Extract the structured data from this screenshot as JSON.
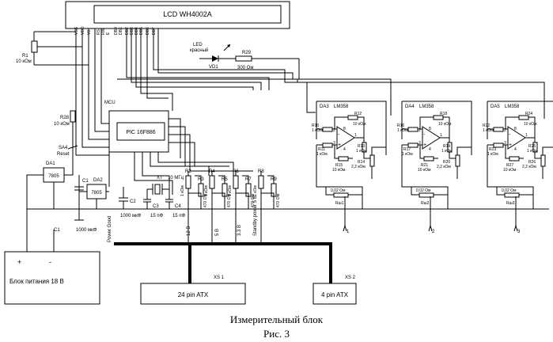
{
  "lcd": {
    "title": "LCD WH4002A",
    "pins": [
      "VSS",
      "VDD",
      "V0",
      "RS",
      "RW",
      "E",
      "DB0",
      "DB1",
      "DB2",
      "DB3",
      "DB4",
      "DB5",
      "DB6",
      "DB7"
    ]
  },
  "mcu": {
    "label": "MCU",
    "chip": "PIC 16F886"
  },
  "led": {
    "type": "LED",
    "color": "красный",
    "ref": "VD1"
  },
  "r29": {
    "ref": "R29",
    "value": "300 Ом"
  },
  "r1": {
    "ref": "R1",
    "value": "10 кОм"
  },
  "r28": {
    "ref": "R28",
    "value": "10 кОм"
  },
  "sa4": {
    "ref": "SA4",
    "label": "Reset"
  },
  "da1": {
    "ref": "DA1",
    "chip": "7805"
  },
  "da2": {
    "ref": "DA2",
    "chip": "7805"
  },
  "c1": {
    "ref": "C1",
    "value": "1000 мкФ"
  },
  "c2": {
    "ref": "C2",
    "value": "1000 мкФ"
  },
  "xtal": {
    "ref": "XT",
    "value": "10 МГц"
  },
  "c3": {
    "ref": "C3",
    "value": "15 пФ"
  },
  "c4": {
    "ref": "C4",
    "value": "15 пФ"
  },
  "dividers": [
    {
      "top": "R2",
      "bot": "R3",
      "tv": "1 кОм",
      "bv": "470 Ом"
    },
    {
      "top": "R4",
      "bot": "R5",
      "tv": "1 кОм",
      "bv": "470 Ом"
    },
    {
      "top": "R6",
      "bot": "R7",
      "tv": "1 кОм",
      "bv": "470 Ом"
    },
    {
      "top": "R8",
      "bot": "R9",
      "tv": "1 кОм",
      "bv": "470 Ом"
    }
  ],
  "rails": [
    "Power Good",
    "12 В",
    "5 В",
    "3.3 В",
    "Standby power 5 В"
  ],
  "amps": [
    {
      "da": "DA3",
      "chip": "LM358",
      "ra": "R10",
      "rb": "R11",
      "rc": "R12",
      "rd": "R13",
      "re": "R14",
      "rf": "R15",
      "rs": "Rш1",
      "out": "1"
    },
    {
      "da": "DA4",
      "chip": "LM358",
      "ra": "R16",
      "rb": "R17",
      "rc": "R18",
      "rd": "R19",
      "re": "R20",
      "rf": "R21",
      "rs": "Rш2",
      "out": "2"
    },
    {
      "da": "DA5",
      "chip": "LM358",
      "ra": "R22",
      "rb": "R23",
      "rc": "R24",
      "rd": "R25",
      "re": "R26",
      "rf": "R27",
      "rs": "Rш3",
      "out": "3"
    }
  ],
  "amp_values": {
    "k1": "1 кОм",
    "k10": "10 кОм",
    "pot": "2,2 кОм",
    "shunt": "0,02 Ом"
  },
  "pins": {
    "p8": "8",
    "p2": "2",
    "p3": "3",
    "p1": "1",
    "p4": "4"
  },
  "psu": {
    "label": "Блок питания 18 В",
    "plus": "+",
    "minus": "-"
  },
  "xs1": {
    "ref": "XS 1",
    "label": "24 pin ATX"
  },
  "xs2": {
    "ref": "XS 2",
    "label": "4 pin ATX"
  },
  "caption": {
    "title": "Измерительный блок",
    "fig": "Рис. 3"
  }
}
